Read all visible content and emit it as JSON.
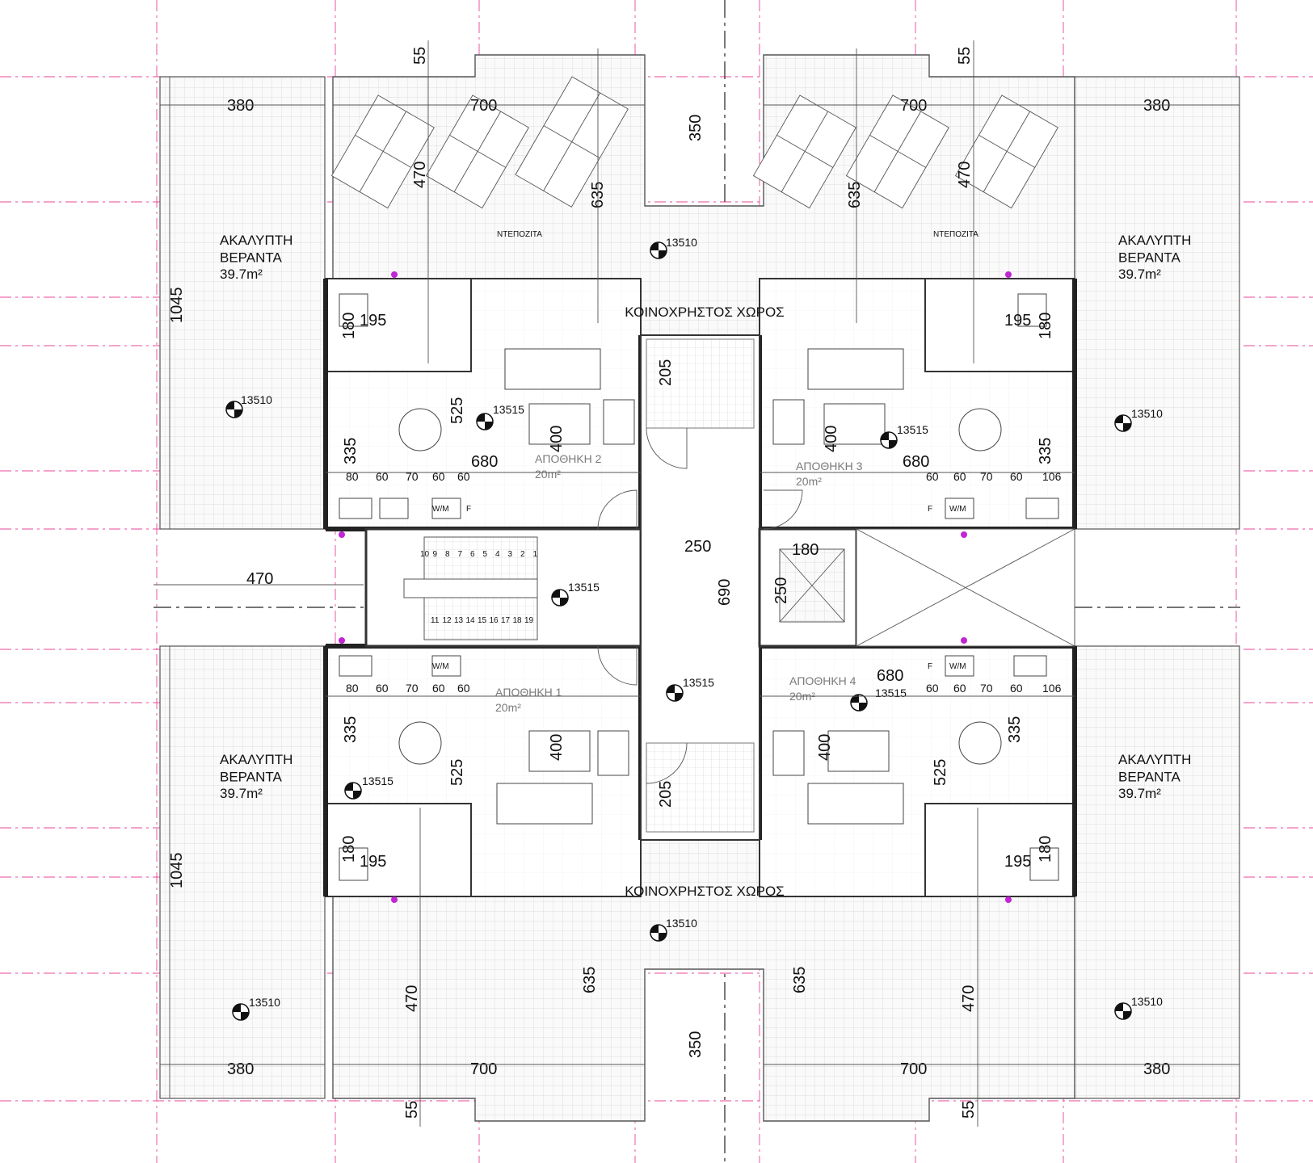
{
  "plan": {
    "zones": {
      "uncovered_veranda_label": "ΑΚΑΛΥΠΤΗ\nΒΕΡΑΝΤΑ",
      "uncovered_veranda_area": "39.7m²",
      "common_area_label": "ΚΟΙΝΟΧΡΗΣΤΟΣ ΧΩΡΟΣ",
      "tank_label": "ΝΤΕΠΟΖΙΤΑ",
      "storage_1_label": "ΑΠΟΘΗΚΗ 1",
      "storage_2_label": "ΑΠΟΘΗΚΗ 2",
      "storage_3_label": "ΑΠΟΘΗΚΗ 3",
      "storage_4_label": "ΑΠΟΘΗΚΗ 4",
      "storage_area": "20m²"
    },
    "levels": {
      "roof": "13510",
      "floor": "13515"
    },
    "appliance_labels": {
      "washing_machine": "W/M",
      "fridge": "F"
    },
    "stair_numbers_top": [
      "10",
      "9",
      "8",
      "7",
      "6",
      "5",
      "4",
      "3",
      "2",
      "1"
    ],
    "stair_numbers_bottom": [
      "11",
      "12",
      "13",
      "14",
      "15",
      "16",
      "17",
      "18",
      "19"
    ],
    "dimensions": {
      "d55": "55",
      "d380": "380",
      "d700": "700",
      "d350": "350",
      "d470": "470",
      "d635": "635",
      "d1045": "1045",
      "d195": "195",
      "d180": "180",
      "d525": "525",
      "d400": "400",
      "d335": "335",
      "d680": "680",
      "d205": "205",
      "d250": "250",
      "d690": "690",
      "d80": "80",
      "d60": "60",
      "d70": "70",
      "d106": "106"
    }
  }
}
